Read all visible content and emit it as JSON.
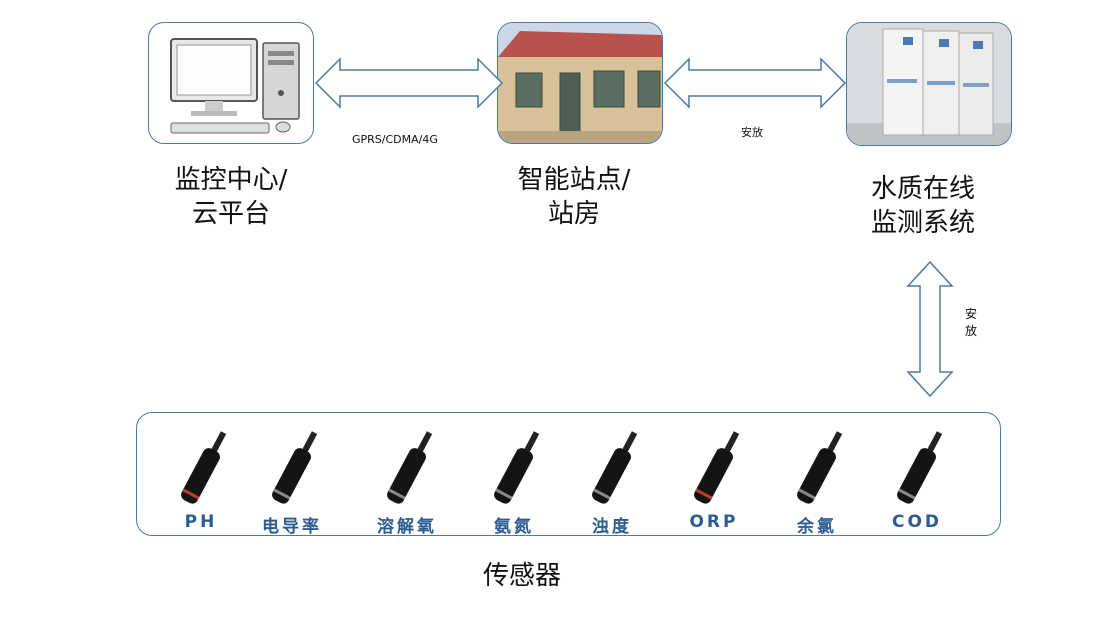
{
  "nodes": {
    "monitor_center": {
      "line1": "监控中心/",
      "line2": "云平台"
    },
    "smart_station": {
      "line1": "智能站点/",
      "line2": "站房"
    },
    "water_system": {
      "line1": "水质在线",
      "line2": "监测系统"
    }
  },
  "links": {
    "network": "GPRS/CDMA/4G",
    "install_h": "安放",
    "install_v": [
      "安",
      "放"
    ]
  },
  "sensors": {
    "title": "传感器",
    "items": [
      "PH",
      "电导率",
      "溶解氧",
      "氨氮",
      "浊度",
      "ORP",
      "余氯",
      "COD"
    ]
  }
}
